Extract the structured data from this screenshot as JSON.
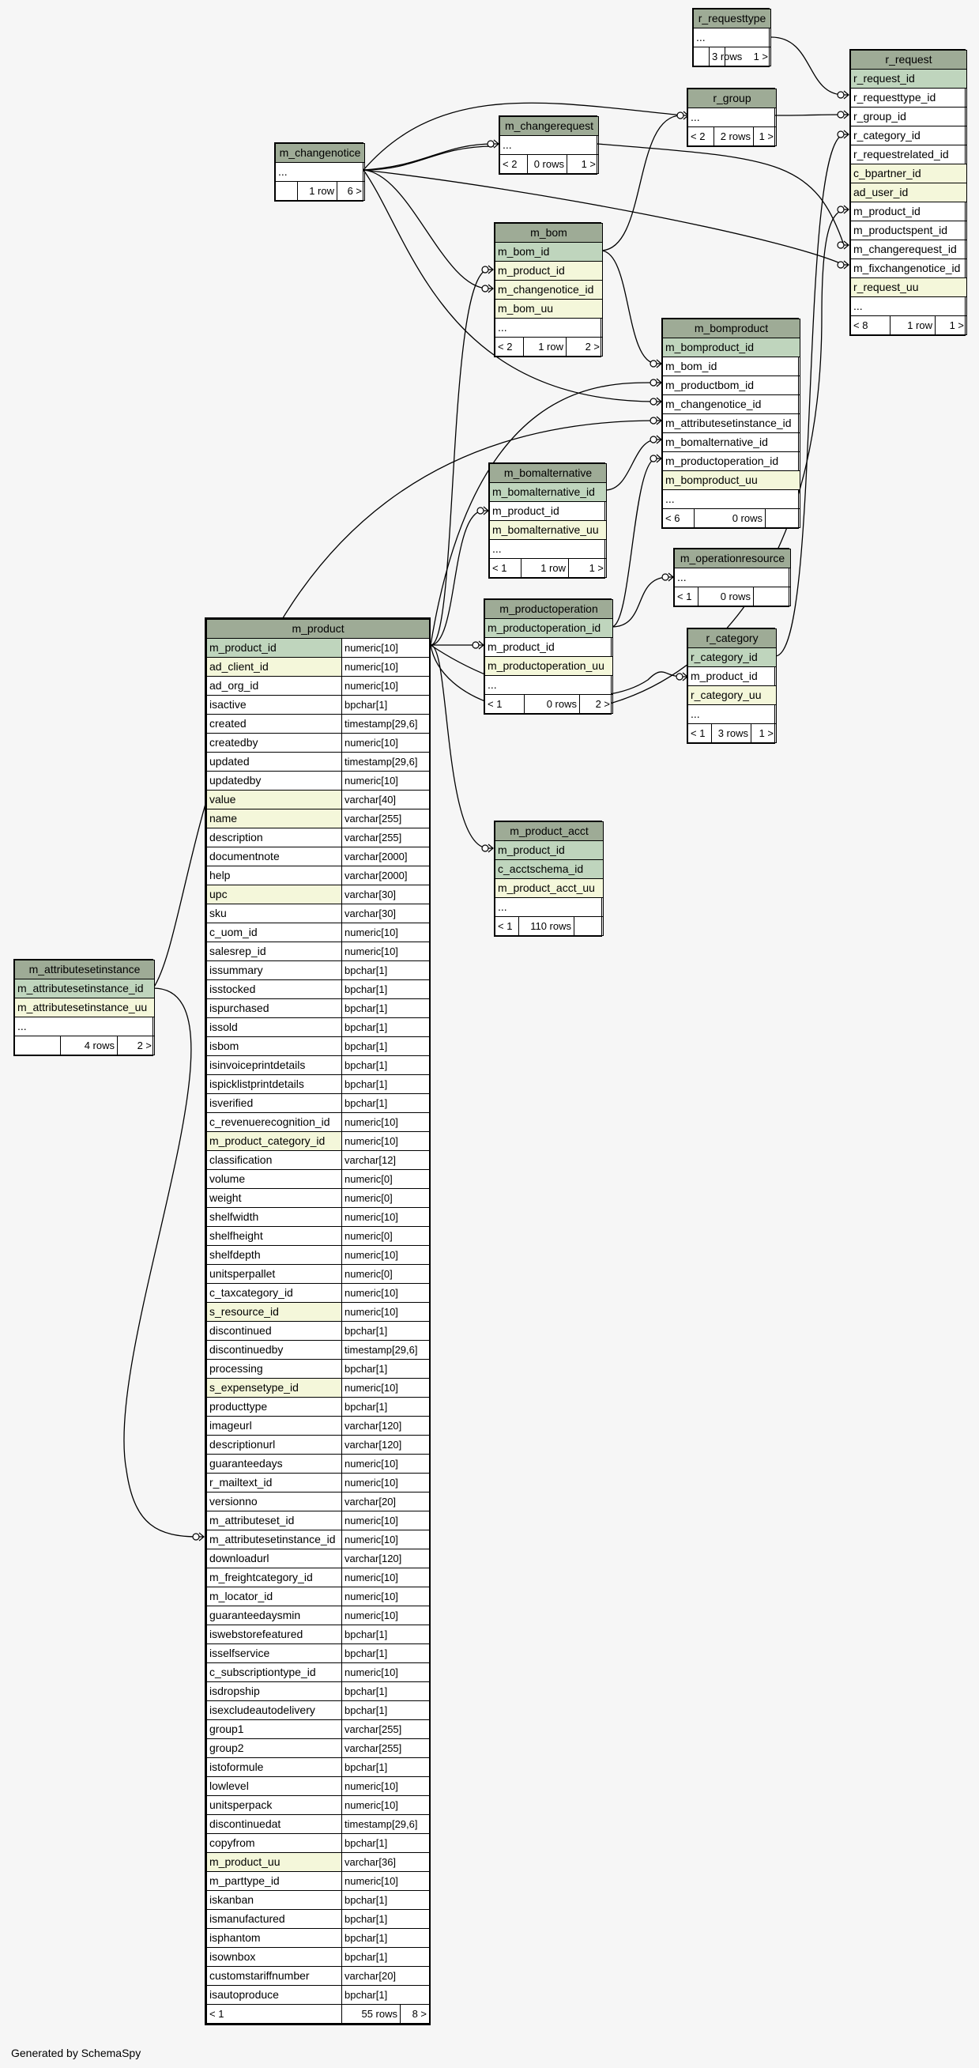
{
  "footer": "Generated by SchemaSpy",
  "tables": {
    "r_requesttype": {
      "title": "r_requesttype",
      "cols": [
        {
          "n": "...",
          "k": ""
        }
      ],
      "foot": [
        "",
        "3 rows",
        "1 >"
      ]
    },
    "r_request": {
      "title": "r_request",
      "cols": [
        {
          "n": "r_request_id",
          "k": "pk"
        },
        {
          "n": "r_requesttype_id",
          "k": ""
        },
        {
          "n": "r_group_id",
          "k": ""
        },
        {
          "n": "r_category_id",
          "k": ""
        },
        {
          "n": "r_requestrelated_id",
          "k": ""
        },
        {
          "n": "c_bpartner_id",
          "k": "fk"
        },
        {
          "n": "ad_user_id",
          "k": "fk"
        },
        {
          "n": "m_product_id",
          "k": ""
        },
        {
          "n": "m_productspent_id",
          "k": ""
        },
        {
          "n": "m_changerequest_id",
          "k": ""
        },
        {
          "n": "m_fixchangenotice_id",
          "k": ""
        },
        {
          "n": "r_request_uu",
          "k": "fk"
        },
        {
          "n": "...",
          "k": ""
        }
      ],
      "foot": [
        "< 8",
        "1 row",
        "1 >"
      ]
    },
    "r_group": {
      "title": "r_group",
      "cols": [
        {
          "n": "...",
          "k": ""
        }
      ],
      "foot": [
        "< 2",
        "2 rows",
        "1 >"
      ]
    },
    "m_changerequest": {
      "title": "m_changerequest",
      "cols": [
        {
          "n": "...",
          "k": ""
        }
      ],
      "foot": [
        "< 2",
        "0 rows",
        "1 >"
      ]
    },
    "m_changenotice": {
      "title": "m_changenotice",
      "cols": [
        {
          "n": "...",
          "k": ""
        }
      ],
      "foot": [
        "",
        "1 row",
        "6 >"
      ]
    },
    "m_bom": {
      "title": "m_bom",
      "cols": [
        {
          "n": "m_bom_id",
          "k": "pk"
        },
        {
          "n": "m_product_id",
          "k": "fk"
        },
        {
          "n": "m_changenotice_id",
          "k": "fk"
        },
        {
          "n": "m_bom_uu",
          "k": "fk"
        },
        {
          "n": "...",
          "k": ""
        }
      ],
      "foot": [
        "< 2",
        "1 row",
        "2 >"
      ]
    },
    "m_bomproduct": {
      "title": "m_bomproduct",
      "cols": [
        {
          "n": "m_bomproduct_id",
          "k": "pk"
        },
        {
          "n": "m_bom_id",
          "k": ""
        },
        {
          "n": "m_productbom_id",
          "k": ""
        },
        {
          "n": "m_changenotice_id",
          "k": ""
        },
        {
          "n": "m_attributesetinstance_id",
          "k": ""
        },
        {
          "n": "m_bomalternative_id",
          "k": ""
        },
        {
          "n": "m_productoperation_id",
          "k": ""
        },
        {
          "n": "m_bomproduct_uu",
          "k": "fk"
        },
        {
          "n": "...",
          "k": ""
        }
      ],
      "foot": [
        "< 6",
        "0 rows",
        ""
      ]
    },
    "m_bomalternative": {
      "title": "m_bomalternative",
      "cols": [
        {
          "n": "m_bomalternative_id",
          "k": "pk"
        },
        {
          "n": "m_product_id",
          "k": ""
        },
        {
          "n": "m_bomalternative_uu",
          "k": "fk"
        },
        {
          "n": "...",
          "k": ""
        }
      ],
      "foot": [
        "< 1",
        "1 row",
        "1 >"
      ]
    },
    "m_operationresource": {
      "title": "m_operationresource",
      "cols": [
        {
          "n": "...",
          "k": ""
        }
      ],
      "foot": [
        "< 1",
        "0 rows",
        ""
      ]
    },
    "m_productoperation": {
      "title": "m_productoperation",
      "cols": [
        {
          "n": "m_productoperation_id",
          "k": "pk"
        },
        {
          "n": "m_product_id",
          "k": ""
        },
        {
          "n": "m_productoperation_uu",
          "k": "fk"
        },
        {
          "n": "...",
          "k": ""
        }
      ],
      "foot": [
        "< 1",
        "0 rows",
        "2 >"
      ]
    },
    "r_category": {
      "title": "r_category",
      "cols": [
        {
          "n": "r_category_id",
          "k": "pk"
        },
        {
          "n": "m_product_id",
          "k": ""
        },
        {
          "n": "r_category_uu",
          "k": "fk"
        },
        {
          "n": "...",
          "k": ""
        }
      ],
      "foot": [
        "< 1",
        "3 rows",
        "1 >"
      ]
    },
    "m_product_acct": {
      "title": "m_product_acct",
      "cols": [
        {
          "n": "m_product_id",
          "k": "pk"
        },
        {
          "n": "c_acctschema_id",
          "k": "pk"
        },
        {
          "n": "m_product_acct_uu",
          "k": "fk"
        },
        {
          "n": "...",
          "k": ""
        }
      ],
      "foot": [
        "< 1",
        "110 rows",
        ""
      ]
    },
    "m_attributesetinstance": {
      "title": "m_attributesetinstance",
      "cols": [
        {
          "n": "m_attributesetinstance_id",
          "k": "pk"
        },
        {
          "n": "m_attributesetinstance_uu",
          "k": "fk"
        },
        {
          "n": "...",
          "k": ""
        }
      ],
      "foot": [
        "",
        "4 rows",
        "2 >"
      ]
    },
    "m_product": {
      "title": "m_product",
      "cols": [
        {
          "n": "m_product_id",
          "t": "numeric[10]",
          "k": "pk"
        },
        {
          "n": "ad_client_id",
          "t": "numeric[10]",
          "k": "fk"
        },
        {
          "n": "ad_org_id",
          "t": "numeric[10]",
          "k": ""
        },
        {
          "n": "isactive",
          "t": "bpchar[1]",
          "k": ""
        },
        {
          "n": "created",
          "t": "timestamp[29,6]",
          "k": ""
        },
        {
          "n": "createdby",
          "t": "numeric[10]",
          "k": ""
        },
        {
          "n": "updated",
          "t": "timestamp[29,6]",
          "k": ""
        },
        {
          "n": "updatedby",
          "t": "numeric[10]",
          "k": ""
        },
        {
          "n": "value",
          "t": "varchar[40]",
          "k": "fk"
        },
        {
          "n": "name",
          "t": "varchar[255]",
          "k": "fk"
        },
        {
          "n": "description",
          "t": "varchar[255]",
          "k": ""
        },
        {
          "n": "documentnote",
          "t": "varchar[2000]",
          "k": ""
        },
        {
          "n": "help",
          "t": "varchar[2000]",
          "k": ""
        },
        {
          "n": "upc",
          "t": "varchar[30]",
          "k": "fk"
        },
        {
          "n": "sku",
          "t": "varchar[30]",
          "k": ""
        },
        {
          "n": "c_uom_id",
          "t": "numeric[10]",
          "k": ""
        },
        {
          "n": "salesrep_id",
          "t": "numeric[10]",
          "k": ""
        },
        {
          "n": "issummary",
          "t": "bpchar[1]",
          "k": ""
        },
        {
          "n": "isstocked",
          "t": "bpchar[1]",
          "k": ""
        },
        {
          "n": "ispurchased",
          "t": "bpchar[1]",
          "k": ""
        },
        {
          "n": "issold",
          "t": "bpchar[1]",
          "k": ""
        },
        {
          "n": "isbom",
          "t": "bpchar[1]",
          "k": ""
        },
        {
          "n": "isinvoiceprintdetails",
          "t": "bpchar[1]",
          "k": ""
        },
        {
          "n": "ispicklistprintdetails",
          "t": "bpchar[1]",
          "k": ""
        },
        {
          "n": "isverified",
          "t": "bpchar[1]",
          "k": ""
        },
        {
          "n": "c_revenuerecognition_id",
          "t": "numeric[10]",
          "k": ""
        },
        {
          "n": "m_product_category_id",
          "t": "numeric[10]",
          "k": "fk"
        },
        {
          "n": "classification",
          "t": "varchar[12]",
          "k": ""
        },
        {
          "n": "volume",
          "t": "numeric[0]",
          "k": ""
        },
        {
          "n": "weight",
          "t": "numeric[0]",
          "k": ""
        },
        {
          "n": "shelfwidth",
          "t": "numeric[10]",
          "k": ""
        },
        {
          "n": "shelfheight",
          "t": "numeric[0]",
          "k": ""
        },
        {
          "n": "shelfdepth",
          "t": "numeric[10]",
          "k": ""
        },
        {
          "n": "unitsperpallet",
          "t": "numeric[0]",
          "k": ""
        },
        {
          "n": "c_taxcategory_id",
          "t": "numeric[10]",
          "k": ""
        },
        {
          "n": "s_resource_id",
          "t": "numeric[10]",
          "k": "fk"
        },
        {
          "n": "discontinued",
          "t": "bpchar[1]",
          "k": ""
        },
        {
          "n": "discontinuedby",
          "t": "timestamp[29,6]",
          "k": ""
        },
        {
          "n": "processing",
          "t": "bpchar[1]",
          "k": ""
        },
        {
          "n": "s_expensetype_id",
          "t": "numeric[10]",
          "k": "fk"
        },
        {
          "n": "producttype",
          "t": "bpchar[1]",
          "k": ""
        },
        {
          "n": "imageurl",
          "t": "varchar[120]",
          "k": ""
        },
        {
          "n": "descriptionurl",
          "t": "varchar[120]",
          "k": ""
        },
        {
          "n": "guaranteedays",
          "t": "numeric[10]",
          "k": ""
        },
        {
          "n": "r_mailtext_id",
          "t": "numeric[10]",
          "k": ""
        },
        {
          "n": "versionno",
          "t": "varchar[20]",
          "k": ""
        },
        {
          "n": "m_attributeset_id",
          "t": "numeric[10]",
          "k": ""
        },
        {
          "n": "m_attributesetinstance_id",
          "t": "numeric[10]",
          "k": ""
        },
        {
          "n": "downloadurl",
          "t": "varchar[120]",
          "k": ""
        },
        {
          "n": "m_freightcategory_id",
          "t": "numeric[10]",
          "k": ""
        },
        {
          "n": "m_locator_id",
          "t": "numeric[10]",
          "k": ""
        },
        {
          "n": "guaranteedaysmin",
          "t": "numeric[10]",
          "k": ""
        },
        {
          "n": "iswebstorefeatured",
          "t": "bpchar[1]",
          "k": ""
        },
        {
          "n": "isselfservice",
          "t": "bpchar[1]",
          "k": ""
        },
        {
          "n": "c_subscriptiontype_id",
          "t": "numeric[10]",
          "k": ""
        },
        {
          "n": "isdropship",
          "t": "bpchar[1]",
          "k": ""
        },
        {
          "n": "isexcludeautodelivery",
          "t": "bpchar[1]",
          "k": ""
        },
        {
          "n": "group1",
          "t": "varchar[255]",
          "k": ""
        },
        {
          "n": "group2",
          "t": "varchar[255]",
          "k": ""
        },
        {
          "n": "istoformule",
          "t": "bpchar[1]",
          "k": ""
        },
        {
          "n": "lowlevel",
          "t": "numeric[10]",
          "k": ""
        },
        {
          "n": "unitsperpack",
          "t": "numeric[10]",
          "k": ""
        },
        {
          "n": "discontinuedat",
          "t": "timestamp[29,6]",
          "k": ""
        },
        {
          "n": "copyfrom",
          "t": "bpchar[1]",
          "k": ""
        },
        {
          "n": "m_product_uu",
          "t": "varchar[36]",
          "k": "fk"
        },
        {
          "n": "m_parttype_id",
          "t": "numeric[10]",
          "k": ""
        },
        {
          "n": "iskanban",
          "t": "bpchar[1]",
          "k": ""
        },
        {
          "n": "ismanufactured",
          "t": "bpchar[1]",
          "k": ""
        },
        {
          "n": "isphantom",
          "t": "bpchar[1]",
          "k": ""
        },
        {
          "n": "isownbox",
          "t": "bpchar[1]",
          "k": ""
        },
        {
          "n": "customstariffnumber",
          "t": "varchar[20]",
          "k": ""
        },
        {
          "n": "isautoproduce",
          "t": "bpchar[1]",
          "k": ""
        }
      ],
      "foot": [
        "< 1",
        "55 rows",
        "8 >"
      ]
    }
  },
  "relations": [
    [
      "r_requesttype",
      "r_request"
    ],
    [
      "r_group",
      "r_request"
    ],
    [
      "r_category",
      "r_request"
    ],
    [
      "m_product",
      "r_request"
    ],
    [
      "m_changerequest",
      "r_request"
    ],
    [
      "m_changenotice",
      "r_request"
    ],
    [
      "m_changenotice",
      "m_changerequest"
    ],
    [
      "m_changenotice",
      "r_group"
    ],
    [
      "m_bom",
      "r_group"
    ],
    [
      "m_product",
      "m_bom"
    ],
    [
      "m_changenotice",
      "m_bom"
    ],
    [
      "m_bom",
      "m_bomproduct"
    ],
    [
      "m_product",
      "m_bomproduct"
    ],
    [
      "m_changenotice",
      "m_bomproduct"
    ],
    [
      "m_attributesetinstance",
      "m_bomproduct"
    ],
    [
      "m_bomalternative",
      "m_bomproduct"
    ],
    [
      "m_productoperation",
      "m_bomproduct"
    ],
    [
      "m_product",
      "m_bomalternative"
    ],
    [
      "m_productoperation",
      "m_operationresource"
    ],
    [
      "m_product",
      "m_productoperation"
    ],
    [
      "m_product",
      "r_category"
    ],
    [
      "m_product",
      "m_product_acct"
    ],
    [
      "m_attributesetinstance",
      "m_product"
    ]
  ]
}
